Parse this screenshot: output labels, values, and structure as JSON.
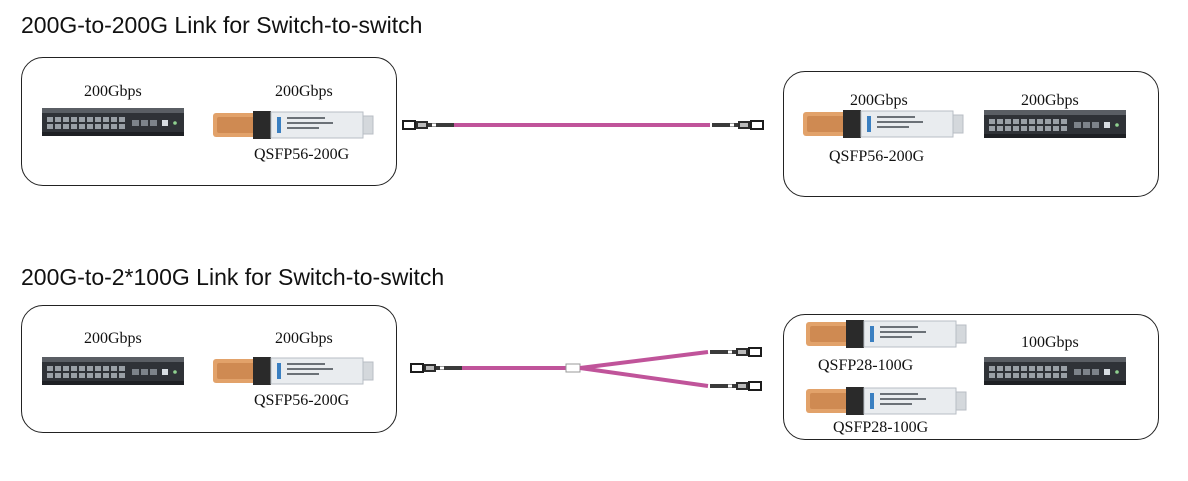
{
  "diagram1": {
    "title": "200G-to-200G Link for Switch-to-switch",
    "left": {
      "switch_speed": "200Gbps",
      "module_speed": "200Gbps",
      "module_name": "QSFP56-200G"
    },
    "right": {
      "module_speed": "200Gbps",
      "switch_speed": "200Gbps",
      "module_name": "QSFP56-200G"
    }
  },
  "diagram2": {
    "title": "200G-to-2*100G Link for Switch-to-switch",
    "left": {
      "switch_speed": "200Gbps",
      "module_speed": "200Gbps",
      "module_name": "QSFP56-200G"
    },
    "right": {
      "module_name_top": "QSFP28-100G",
      "module_name_bottom": "QSFP28-100G",
      "switch_speed": "100Gbps"
    }
  },
  "colors": {
    "cable": "#c0549a",
    "switch_body": "#3a3d42",
    "module_latch": "#e2a26a",
    "module_body": "#e9ecef"
  }
}
